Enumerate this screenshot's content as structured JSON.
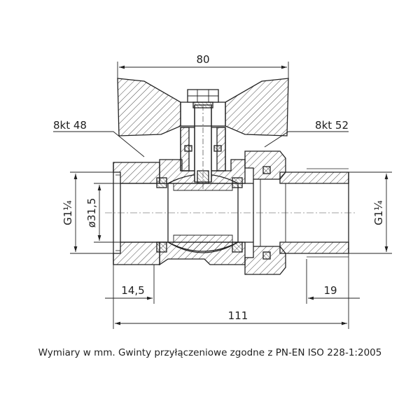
{
  "drawing": {
    "dims": {
      "top_width": "80",
      "wrench_left": "8kt 48",
      "wrench_right": "8kt 52",
      "thread_left": "G1¼",
      "bore": "ø31,5",
      "thread_right": "G1¼",
      "depth_left": "14,5",
      "depth_right": "19",
      "overall_length": "111"
    },
    "caption": "Wymiary w mm. Gwinty przyłączeniowe zgodne z PN-EN ISO 228-1:2005"
  }
}
